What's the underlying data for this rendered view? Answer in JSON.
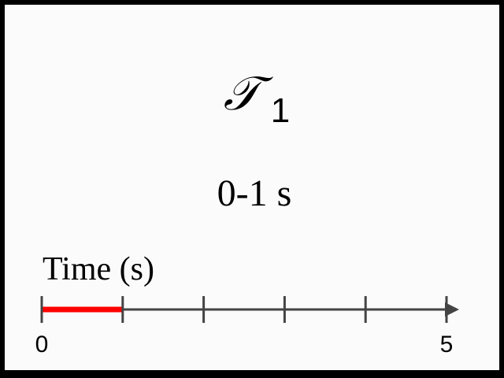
{
  "panel": {
    "title_symbol": "𝒯",
    "title_subscript": "1",
    "range_label": "0-1 s"
  },
  "timeline": {
    "axis_title": "Time (s)",
    "start": 0,
    "end": 5,
    "ticks": [
      0,
      1,
      2,
      3,
      4,
      5
    ],
    "tick_labels": [
      {
        "value": 0,
        "text": "0"
      },
      {
        "value": 5,
        "text": "5"
      }
    ],
    "highlight": {
      "from": 0,
      "to": 1,
      "color": "#ff0000"
    },
    "axis_color": "#444444"
  }
}
